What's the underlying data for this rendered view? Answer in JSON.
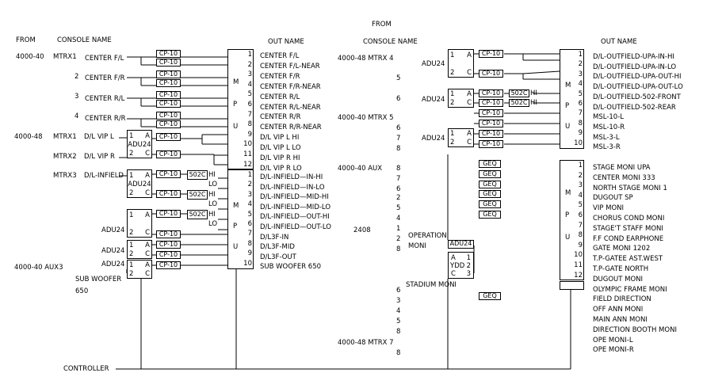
{
  "header": {
    "from_top": "FROM",
    "from_left": "FROM",
    "console_name_left": "CONSOLE NAME",
    "out_name_1": "OUT NAME",
    "console_name_mid": "CONSOLE NAME",
    "out_name_2": "OUT NAME"
  },
  "left": {
    "labels": [
      "4000-40",
      "MTRX1",
      "CENTER F/L",
      "2",
      "CENTER F/R",
      "3",
      "CENTER R/L",
      "4",
      "CENTER R/R",
      "4000-48",
      "MTRX1",
      "D/L VIP L",
      "MTRX2",
      "D/L VIP R",
      "MTRX3",
      "D/L-INFIELD",
      "ADU24",
      "ADU24",
      "ADU24",
      "4000-40 AUX3",
      "SUB WOOFER",
      "650"
    ],
    "cp10": "CP-10",
    "adu": "ADU24",
    "box_ports": [
      "1",
      "A",
      "2",
      "C"
    ],
    "502c": "502C",
    "hi": "HI",
    "lo": "LO",
    "controller": "CONTROLLER"
  },
  "matrix1": {
    "letters": [
      "M",
      "P",
      "U"
    ],
    "nums_top": [
      "1",
      "2",
      "3",
      "4",
      "5",
      "6",
      "7",
      "8",
      "9",
      "10",
      "11",
      "12"
    ],
    "outs_top": [
      "CENTER F/L",
      "CENTER F/L-NEAR",
      "CENTER F/R",
      "CENTER F/R-NEAR",
      "CENTER R/L",
      "CENTER R/L-NEAR",
      "CENTER R/R",
      "CENTER R/R-NEAR",
      "D/L VIP L HI",
      "D/L VIP L LO",
      "D/L VIP R HI",
      "D/L VIP R LO"
    ],
    "nums_bot": [
      "1",
      "2",
      "3",
      "4",
      "5",
      "6",
      "7",
      "8",
      "9",
      "10"
    ],
    "outs_bot": [
      "D/L-INFIELD—IN-HI",
      "D/L-INFIELD—IN-LO",
      "D/L-INFIELD—MID-HI",
      "D/L-INFIELD—MID-LO",
      "D/L-INFIELD—OUT-HI",
      "D/L-INFIELD—OUT-LO",
      "D/L3F-IN",
      "D/L3F-MID",
      "D/L3F-OUT",
      "SUB WOOFER 650"
    ]
  },
  "mid": {
    "labels": [
      "4000-48 MTRX 4",
      "5",
      "6",
      "4000-40 MTRX 5",
      "6",
      "7",
      "8",
      "4000-40 AUX",
      "8",
      "7",
      "6",
      "2",
      "5",
      "4",
      "1",
      "2",
      "8",
      "2408",
      "OPERATION",
      "MONI",
      "STADIUM MONI",
      "6",
      "3",
      "4",
      "5",
      "8",
      "4000-48 MTRX 7",
      "8"
    ],
    "geq": "GEQ",
    "ydd": "YDD",
    "adu": "ADU24"
  },
  "matrix2": {
    "letters": [
      "M",
      "P",
      "U"
    ],
    "nums_top": [
      "1",
      "2",
      "3",
      "4",
      "5",
      "6",
      "7",
      "8",
      "9",
      "10"
    ],
    "outs_top": [
      "D/L-OUTFIELD-UPA-IN-HI",
      "D/L-OUTFIELD-UPA-IN-LO",
      "D/L-OUTFIELD-UPA-OUT-HI",
      "D/L-OUTFIELD-UPA-OUT-LO",
      "D/L-OUTFIELD-502-FRONT",
      "D/L-OUTFIELD-502-REAR",
      "MSL-10-L",
      "MSL-10-R",
      "MSL-3-L",
      "MSL-3-R"
    ],
    "nums_bot": [
      "1",
      "2",
      "3",
      "4",
      "5",
      "6",
      "7",
      "8",
      "9",
      "10",
      "11",
      "12"
    ],
    "outs_bot": [
      "STAGE MONI UPA",
      "CENTER MONI 333",
      "NORTH STAGE MONI 1",
      "DUGOUT SP",
      "VIP MONI",
      "CHORUS COND MONI",
      "STAGE'T STAFF MONI",
      "F.F COND EARPHONE",
      "GATE MONI 1202",
      "T.P-GATEE AST.WEST",
      "T.P-GATE   NORTH",
      "DUGOUT MONI",
      "OLYMPIC FRAME MONI",
      "FIELD DIRECTION",
      "OFF ANN MONI",
      "MAIN ANN MONI",
      "DIRECTION BOOTH MONI",
      "OPE MONI-L",
      "OPE MONI-R"
    ]
  }
}
